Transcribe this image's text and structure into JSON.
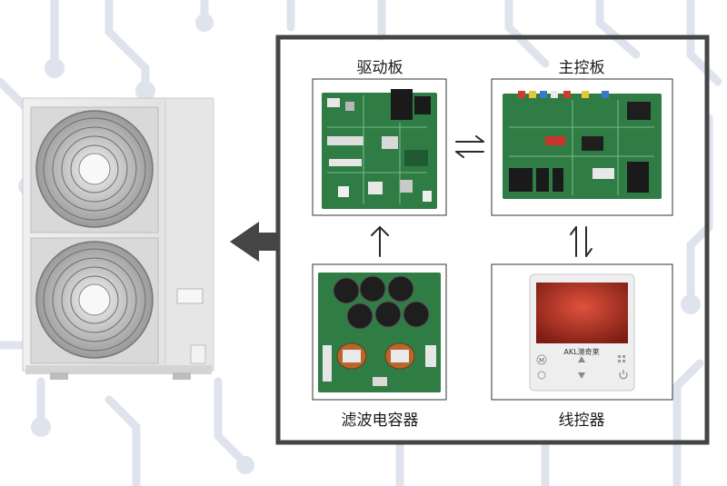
{
  "colors": {
    "background": "#ffffff",
    "circuit_trace": "#dfe3ee",
    "frame": "#454545",
    "pcb_green": "#2f7d45",
    "capacitor": "#1e1e1e",
    "screen": "#c43a2a",
    "controller_body": "#eeeeee"
  },
  "panels": {
    "drive_board": {
      "label": "驱动板"
    },
    "main_board": {
      "label": "主控板"
    },
    "filter_capacitor": {
      "label": "滤波电容器"
    },
    "wired_controller": {
      "label": "线控器",
      "brand": "AKL澳奇莱",
      "button_letter": "M"
    }
  },
  "arrows": {
    "filter_to_drive": "up",
    "drive_main": "bidirectional",
    "main_controller": "bidirectional",
    "frame_to_unit": "left"
  },
  "outdoor_unit": {
    "fans": 2
  }
}
